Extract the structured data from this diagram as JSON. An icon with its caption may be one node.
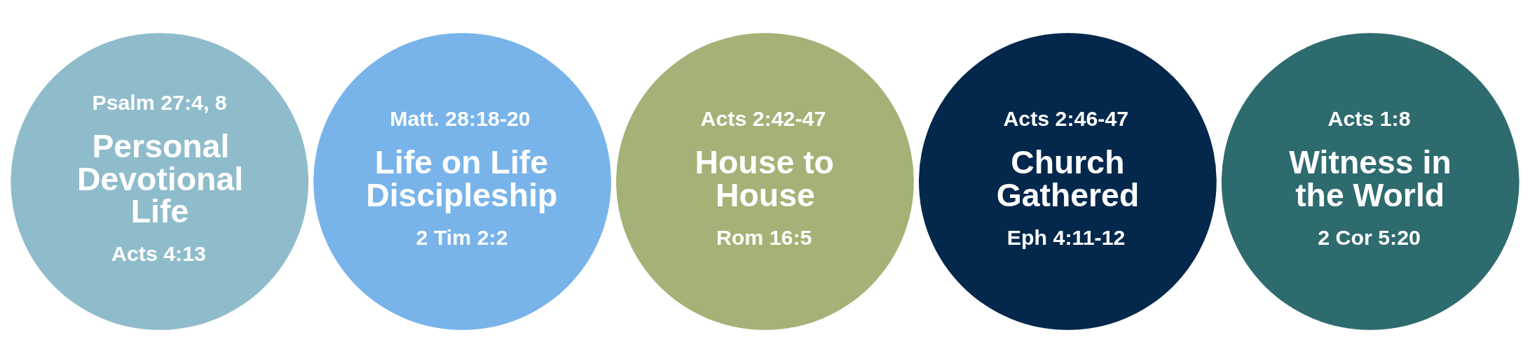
{
  "diagram": {
    "nodes": [
      {
        "text": [
          "Psalm 27:4, 8",
          "Personal Devotional Life",
          "Acts 4:13"
        ]
      },
      {
        "text": [
          "Matt. 28:18-20",
          "Life on Life Discipleship",
          "2 Tim 2:2"
        ]
      },
      {
        "text": [
          "Acts 2:42-47",
          "House to House",
          "Rom 16:5"
        ]
      },
      {
        "text": [
          "Acts 2:46-47",
          "Church Gathered",
          "Eph 4:11-12"
        ]
      },
      {
        "text": [
          "Acts 1:8",
          "Witness in the World",
          "2 Cor 5:20"
        ]
      }
    ]
  }
}
